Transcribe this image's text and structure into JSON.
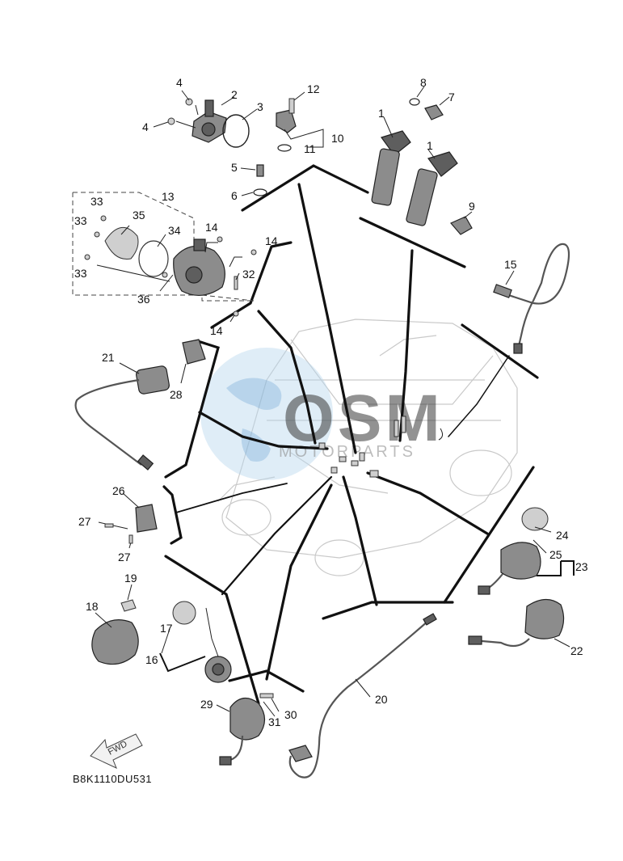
{
  "diagram": {
    "code": "B8K1110DU531",
    "fwd_label": "FWD",
    "watermark": {
      "brand": "OSM",
      "sub": "MOTORPARTS"
    },
    "callouts": {
      "c1a": "1",
      "c1b": "1",
      "c2": "2",
      "c3": "3",
      "c4a": "4",
      "c4b": "4",
      "c5": "5",
      "c6": "6",
      "c7": "7",
      "c8": "8",
      "c9": "9",
      "c10": "10",
      "c11": "11",
      "c12": "12",
      "c13": "13",
      "c14a": "14",
      "c14b": "14",
      "c14c": "14",
      "c15": "15",
      "c16": "16",
      "c17": "17",
      "c18": "18",
      "c19": "19",
      "c20": "20",
      "c21": "21",
      "c22": "22",
      "c23": "23",
      "c24": "24",
      "c25": "25",
      "c26": "26",
      "c27a": "27",
      "c27b": "27",
      "c28": "28",
      "c29": "29",
      "c30": "30",
      "c31": "31",
      "c32": "32",
      "c33a": "33",
      "c33b": "33",
      "c33c": "33",
      "c34": "34",
      "c35": "35",
      "c36": "36"
    }
  }
}
